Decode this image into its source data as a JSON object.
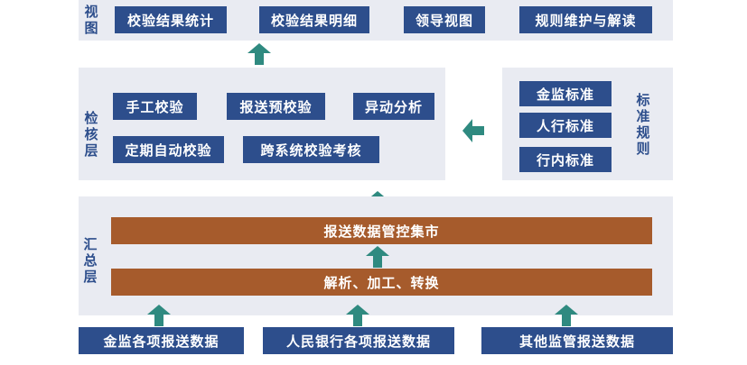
{
  "view_layer": {
    "label": "视图",
    "items": [
      "校验结果统计",
      "校验结果明细",
      "领导视图",
      "规则维护与解读"
    ]
  },
  "check_layer": {
    "label": "检核层",
    "items": [
      "手工校验",
      "报送预校验",
      "异动分析",
      "定期自动校验",
      "跨系统校验考核"
    ]
  },
  "standards": {
    "label": "标准规则",
    "items": [
      "金监标准",
      "人行标准",
      "行内标准"
    ]
  },
  "summary_layer": {
    "label": "汇总层",
    "bars": [
      "报送数据管控集市",
      "解析、加工、转换"
    ]
  },
  "sources": [
    "金监各项报送数据",
    "人民银行各项报送数据",
    "其他监管报送数据"
  ],
  "colors": {
    "box": "#2d4e8c",
    "bar": "#a65b2c",
    "arrow": "#2f8a80",
    "panel": "#e9ebf2"
  }
}
